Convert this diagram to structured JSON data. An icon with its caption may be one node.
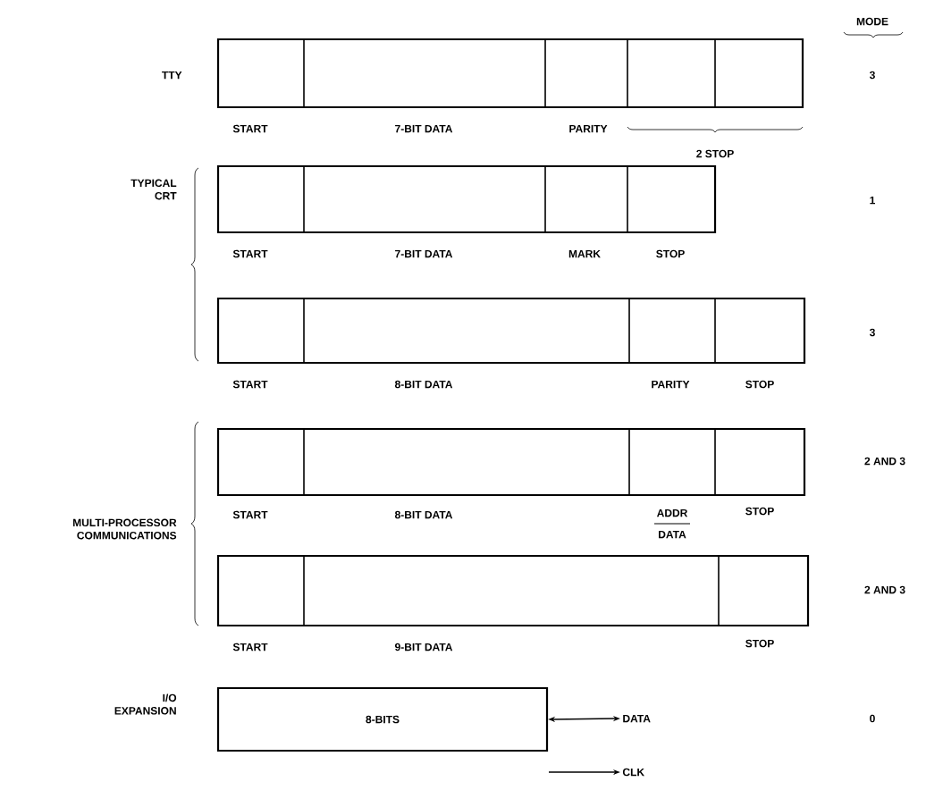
{
  "diagram": {
    "nodes": [
      {
        "text": [],
        "shape": "box"
      },
      {
        "text": [],
        "shape": "box"
      },
      {
        "text": [],
        "shape": "box"
      },
      {
        "text": [],
        "shape": "box"
      },
      {
        "text": [],
        "shape": "box"
      },
      {
        "text": [
          "8-BITS"
        ]
      },
      {
        "text": [
          "DATA"
        ]
      },
      {
        "text": [
          "CLK"
        ]
      }
    ],
    "edges": [
      {
        "from": 5,
        "to": 6,
        "arrow": "both"
      },
      {
        "from": null,
        "to": 7,
        "arrow": "to"
      }
    ],
    "labels": [
      "MODE",
      "TTY",
      "3",
      "START",
      "7-BIT DATA",
      "PARITY",
      "2 STOP",
      "TYPICAL CRT",
      "1",
      "START",
      "7-BIT DATA",
      "MARK",
      "STOP",
      "3",
      "START",
      "8-BIT DATA",
      "PARITY",
      "STOP",
      "2 AND 3",
      "MULTI-PROCESSOR COMMUNICATIONS",
      "START",
      "8-BIT DATA",
      "ADDR",
      "STOP",
      "DATA",
      "2 AND 3",
      "START",
      "9-BIT DATA",
      "STOP",
      "I/O EXPANSION",
      "0"
    ]
  }
}
